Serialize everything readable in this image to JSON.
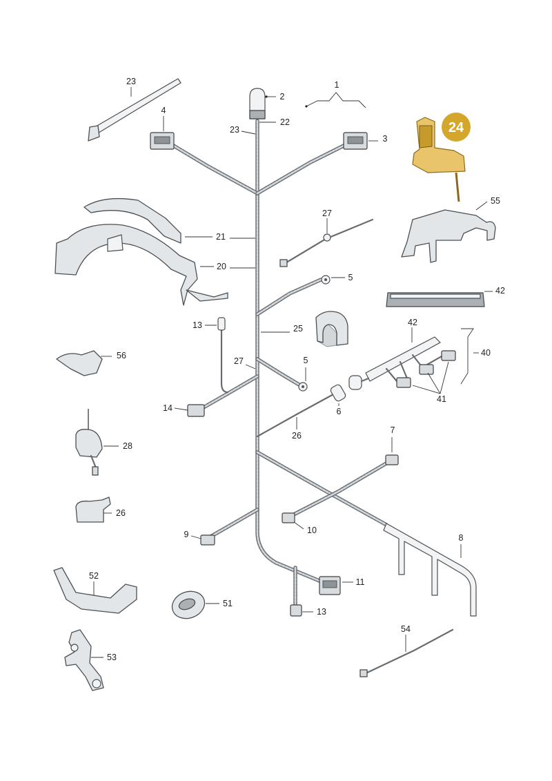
{
  "diagram": {
    "labels": {
      "l1": "1",
      "l2": "2",
      "l3": "3",
      "l4": "4",
      "l5a": "5",
      "l5b": "5",
      "l6": "6",
      "l7": "7",
      "l8": "8",
      "l9": "9",
      "l10": "10",
      "l11": "11",
      "l13a": "13",
      "l13b": "13",
      "l14": "14",
      "l20": "20",
      "l21": "21",
      "l22": "22",
      "l23a": "23",
      "l23b": "23",
      "l24": "24",
      "l25": "25",
      "l26a": "26",
      "l26b": "26",
      "l27a": "27",
      "l27b": "27",
      "l28": "28",
      "l40": "40",
      "l41": "41",
      "l42a": "42",
      "l42b": "42",
      "l51": "51",
      "l52": "52",
      "l53": "53",
      "l54": "54",
      "l55": "55",
      "l56": "56"
    },
    "highlight_color": "#d4a72c"
  }
}
